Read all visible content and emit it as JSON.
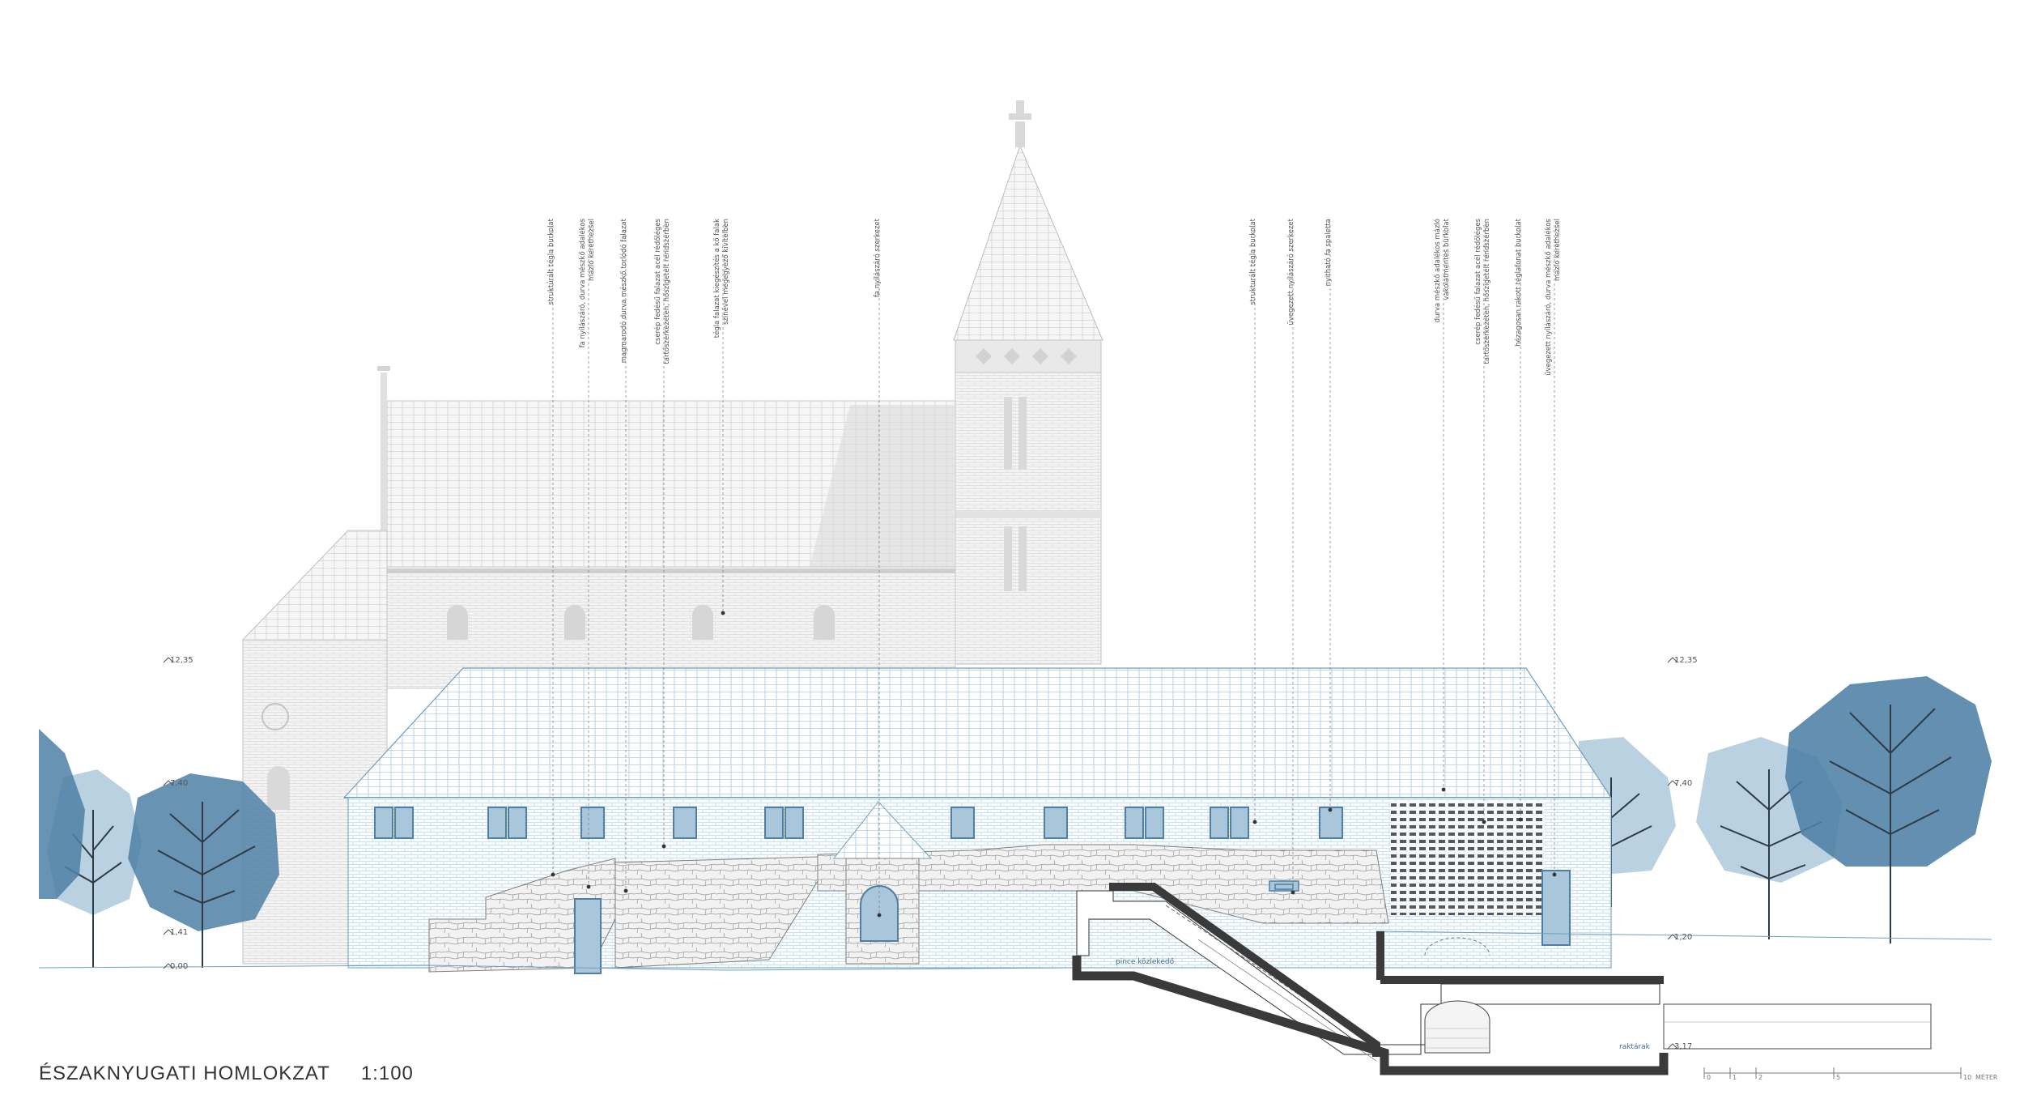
{
  "title": {
    "name": "ÉSZAKNYUGATI HOMLOKZAT",
    "scale": "1:100"
  },
  "levels": {
    "l1235": "12,35",
    "l740": "7,40",
    "l141": "1,41",
    "l000": "0,00",
    "l120": "1,20",
    "l317": "3,17"
  },
  "annotations": [
    "struktúrált tégla burkolat",
    "fa nyílászáró, durva mészkő adalékos\nmázló kerethezsel",
    "magmarodó durva mészkő torlódó falazat",
    "cserép fedésű falazat acél rédőléges\ntartószerkezeten, hőszigetelt rendszerben",
    "tégla falazat kiegészítés a kő falak\nszínével megegyező kivitelben",
    "fa nyílászáró szerkezet",
    "strukturált tégla burkolat",
    "üvegezett nyílászáró szerkezet",
    "nyitható fa spaletta",
    "durva mészkő adalékos mázló\nvakolatmentes burkolat",
    "cserép fedésű falazat acél rédőléges\ntartószerkezeten, hőszigetelt rendszerben",
    "hézagosan rakott téglafonat burkolat",
    "üvegezett nyílászáró, durva mészkő adalékos\nmázló kerethezsel"
  ],
  "section_labels": {
    "cellar_passage": "pince közlekedő",
    "storage": "raktárak"
  },
  "scalebar": {
    "ticks": [
      "0",
      "1",
      "2",
      "5",
      "10"
    ],
    "unit": "MÉTER"
  },
  "colors": {
    "accent": "#4f7fa3",
    "tree_dark": "#4d80a6",
    "tree_light": "#a9c6da",
    "church": "#dddddd",
    "wall_line": "#6d9fbf",
    "section": "#3a3a3a"
  }
}
